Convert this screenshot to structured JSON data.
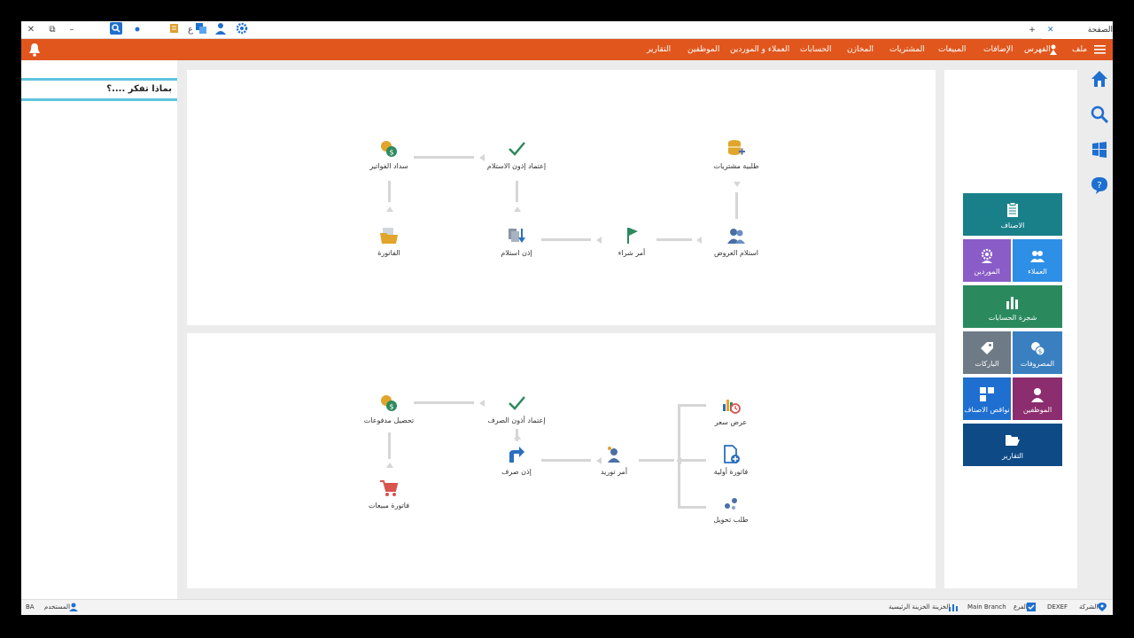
{
  "window": {
    "tab_title": "الصفحة الرئيسية",
    "add_tab": "+",
    "close_tab": "✕",
    "close": "✕",
    "restore": "⧉",
    "minimize": "–",
    "lang_label": "ع"
  },
  "menu": {
    "items": [
      "ملف",
      "الفهرس",
      "الإضافات",
      "المبيعات",
      "المشتريات",
      "المخازن",
      "الحسابات",
      "العملاء و الموردين",
      "الموظفين",
      "التقارير"
    ]
  },
  "left_panel": {
    "think_label": "بماذا تفكر ....؟"
  },
  "purchases_flow": {
    "purchase_request": "طلبية مشتريات",
    "quotes_receipt": "استلام العروض",
    "purchase_order": "أمر شراء",
    "receipt_permit": "إذن استلام",
    "approve_receipt": "إعتماد إذون الاستلام",
    "invoice": "الفاتورة",
    "pay_invoices": "سداد الفواتير"
  },
  "sales_flow": {
    "price_quote": "عرض سعر",
    "initial_invoice": "فاتورة أولية",
    "transfer_request": "طلب تحويل",
    "supply_order": "أمر توريد",
    "issue_permit": "إذن صرف",
    "approve_issue": "إعتماد أذون الصرف",
    "collect_payments": "تحصيل مدفوعات",
    "sales_invoice": "فاتورة مبيعات"
  },
  "tiles": {
    "items": "الاصناف",
    "customers": "العملاء",
    "suppliers": "الموردين",
    "accounts_tree": "شجرة الحسابات",
    "expenses": "المصروفات",
    "barcodes": "الباركات",
    "employees": "الموظفين",
    "shortages": "نواقص الاصناف",
    "reports": "التقارير"
  },
  "colors": {
    "menubar": "#e0561c",
    "tile_teal": "#19808a",
    "tile_blue": "#2d8fe6",
    "tile_purple": "#8a5cc7",
    "tile_green": "#2a8a5e",
    "tile_steel": "#3a7fc0",
    "tile_grey": "#6e7a86",
    "tile_maroon": "#8b2d6e",
    "tile_navy": "#0d4a86"
  },
  "status": {
    "company_label": "الشركة",
    "company_value": "DEXEF",
    "branch_label": "الفرع",
    "branch_value": "Main Branch",
    "treasury_label": "الخزينة",
    "treasury_value": "الخزينة الرئيسية",
    "user_label": "المستخدم",
    "user_value": "BA"
  }
}
